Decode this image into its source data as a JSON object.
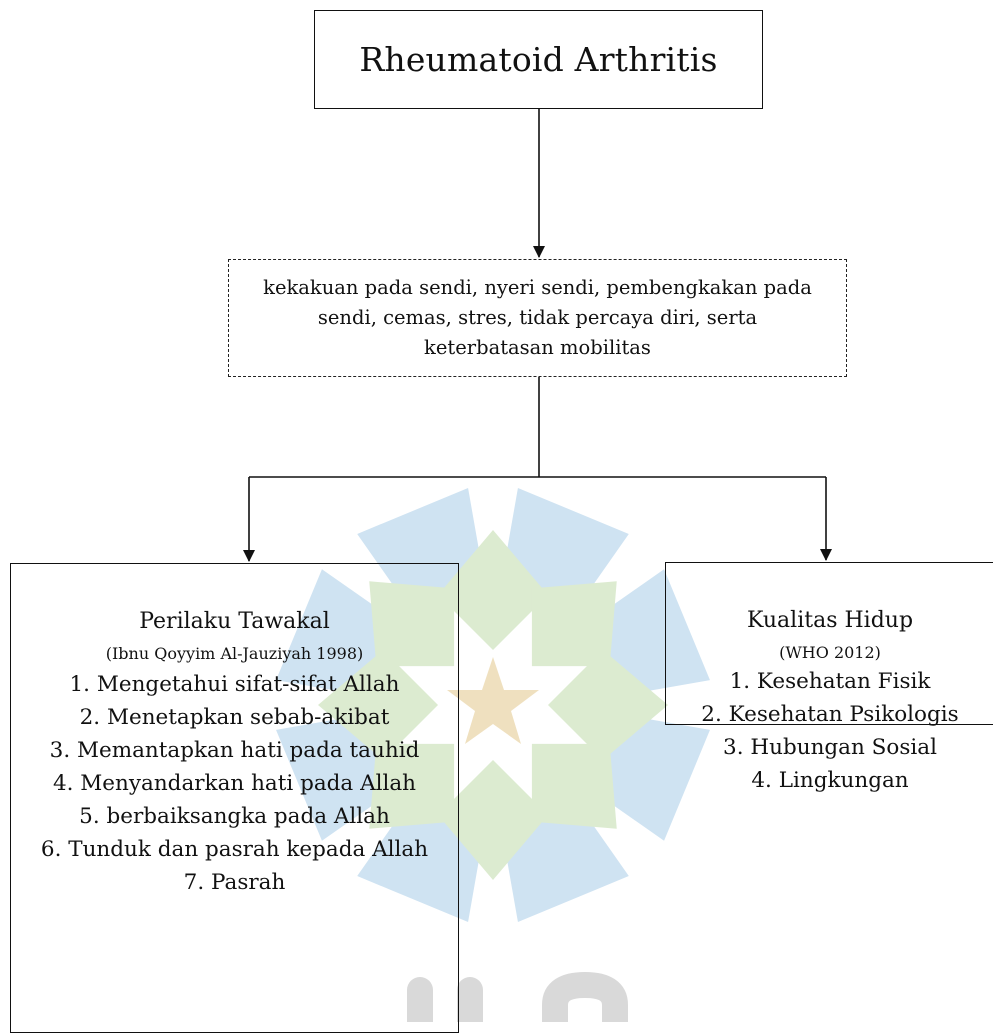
{
  "root": {
    "title": "Rheumatoid Arthritis"
  },
  "symptoms": {
    "text": "kekakuan pada sendi, nyeri sendi, pembengkakan pada sendi, cemas, stres, tidak percaya diri, serta keterbatasan mobilitas"
  },
  "tawakal": {
    "title": "Perilaku Tawakal",
    "reference": "(Ibnu Qoyyim Al-Jauziyah 1998)",
    "items": [
      "1. Mengetahui sifat-sifat Allah",
      "2. Menetapkan sebab-akibat",
      "3. Memantapkan hati pada tauhid",
      "4. Menyandarkan hati pada Allah",
      "5. berbaiksangka pada Allah",
      "6. Tunduk dan pasrah kepada Allah",
      "7. Pasrah"
    ]
  },
  "kualitas": {
    "title": "Kualitas Hidup",
    "reference": "(WHO 2012)",
    "items": [
      "1. Kesehatan Fisik",
      "2. Kesehatan Psikologis",
      "3. Hubungan Sosial",
      "4. Lingkungan"
    ]
  },
  "watermark": {
    "icon": "star-flower-logo-icon",
    "colors": {
      "petal_blue": "#cfe3f2",
      "petal_green": "#dcebd0",
      "star": "#efe0bf",
      "text": "#d9d9d9"
    },
    "letters": "uin"
  }
}
